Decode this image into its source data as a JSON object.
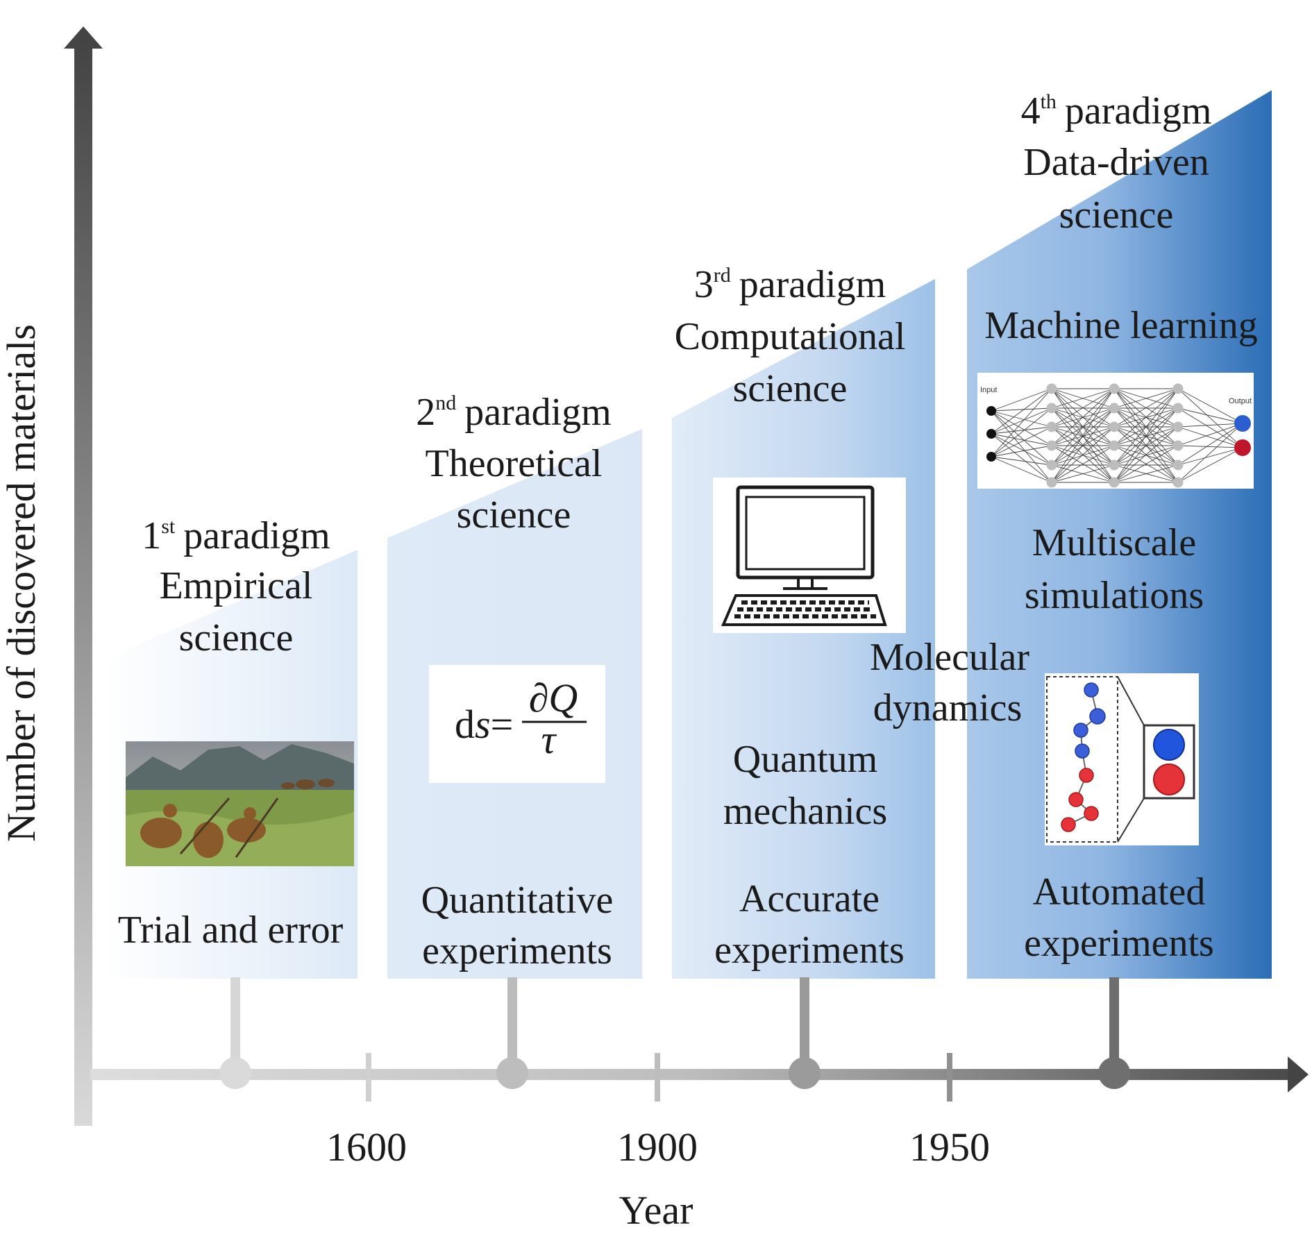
{
  "y_axis_label": "Number of discovered materials",
  "x_axis_label": "Year",
  "x_ticks": [
    "1600",
    "1900",
    "1950"
  ],
  "colors": {
    "axis_light": "#d7d7d7",
    "axis_dark": "#444444",
    "panel_light": "#e8f0fa",
    "panel_mid": "#a9c8ea",
    "panel_dark": "#2d6fb7"
  },
  "paradigms": [
    {
      "ordinal": "1",
      "suffix": "st",
      "paradigm_word": "paradigm",
      "name": "Empirical",
      "name2": "science",
      "method": "Trial and error",
      "illustration": "cave-painting-hunters"
    },
    {
      "ordinal": "2",
      "suffix": "nd",
      "paradigm_word": "paradigm",
      "name": "Theoretical",
      "name2": "science",
      "method_line1": "Quantitative",
      "method_line2": "experiments",
      "equation": {
        "lhs_d": "d",
        "lhs_s": "s",
        "equals": "=",
        "numerator": "∂Q",
        "denominator": "τ"
      }
    },
    {
      "ordinal": "3",
      "suffix": "rd",
      "paradigm_word": "paradigm",
      "name": "Computational",
      "name2": "science",
      "qm_line1": "Quantum",
      "qm_line2": "mechanics",
      "md_line1": "Molecular",
      "md_line2": "dynamics",
      "method_line1": "Accurate",
      "method_line2": "experiments",
      "illustration": "computer-icon"
    },
    {
      "ordinal": "4",
      "suffix": "th",
      "paradigm_word": "paradigm",
      "name": "Data-driven",
      "name2": "science",
      "ml": "Machine learning",
      "nn_input": "Input",
      "nn_output": "Output",
      "ms_line1": "Multiscale",
      "ms_line2": "simulations",
      "method_line1": "Automated",
      "method_line2": "experiments",
      "illustration": "molecule-chain"
    }
  ]
}
